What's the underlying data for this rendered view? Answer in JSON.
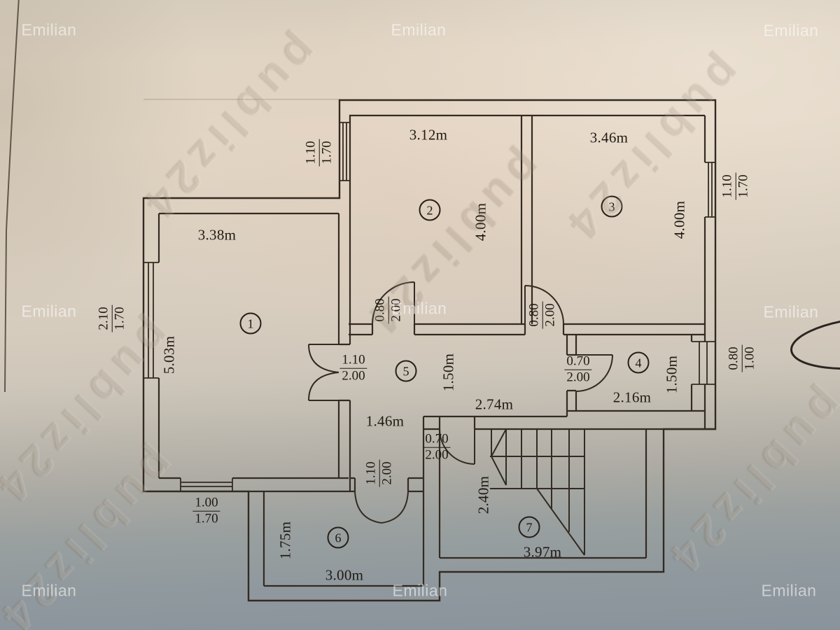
{
  "watermark": {
    "name": "Emilian",
    "brand": "publiz24"
  },
  "plan": {
    "rooms": [
      {
        "label": "1",
        "w": "3.38m",
        "h": "5.03m"
      },
      {
        "label": "2",
        "w": "3.12m",
        "h": "4.00m"
      },
      {
        "label": "3",
        "w": "3.46m",
        "h": "4.00m"
      },
      {
        "label": "4",
        "w": "2.16m",
        "h": "1.50m"
      },
      {
        "label": "5",
        "w": "2.74m",
        "h": "1.50m",
        "corridor_w": "1.46m"
      },
      {
        "label": "6",
        "w": "3.00m",
        "h": "1.75m"
      },
      {
        "label": "7",
        "w": "3.97m",
        "h": "2.40m"
      }
    ],
    "openings": [
      {
        "w": "2.10",
        "h": "1.70"
      },
      {
        "w": "1.10",
        "h": "1.70"
      },
      {
        "w": "1.10",
        "h": "1.70"
      },
      {
        "w": "0.80",
        "h": "1.00"
      },
      {
        "w": "1.00",
        "h": "1.70"
      },
      {
        "w": "1.10",
        "h": "2.00"
      },
      {
        "w": "0.80",
        "h": "2.00"
      },
      {
        "w": "0.80",
        "h": "2.00"
      },
      {
        "w": "0.70",
        "h": "2.00"
      },
      {
        "w": "1.10",
        "h": "2.00"
      },
      {
        "w": "0.70",
        "h": "2.00"
      }
    ]
  }
}
